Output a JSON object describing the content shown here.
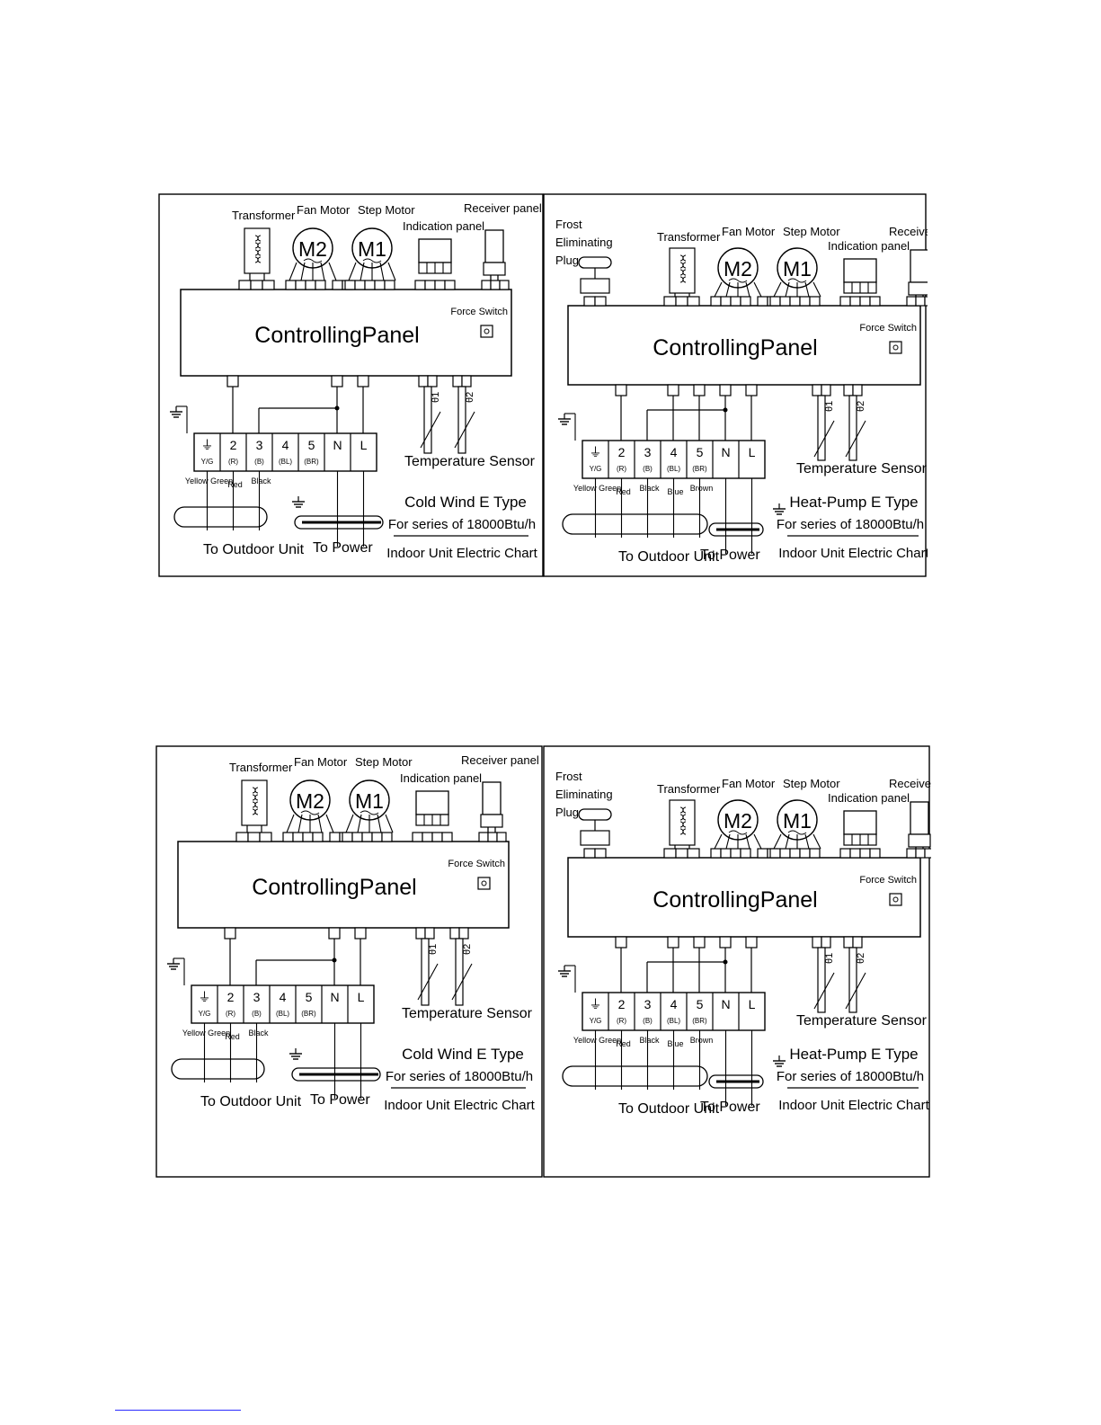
{
  "diagrams": [
    {
      "id": "cold-1",
      "variant": "cold",
      "components": {
        "transformer": "Transformer",
        "fan_motor": "Fan Motor",
        "step_motor": "Step Motor",
        "receiver_panel": "Receiver panel",
        "indication_panel": "Indication panel"
      },
      "motor_symbols": {
        "fan": "M2",
        "step": "M1"
      },
      "panel_label": "ControllingPanel",
      "force_switch": "Force Switch",
      "terminals": [
        "⏚",
        "2",
        "3",
        "4",
        "5",
        "N",
        "L"
      ],
      "terminal_codes": [
        "Y/G",
        "(R)",
        "(B)",
        "(BL)",
        "(BR)",
        "",
        ""
      ],
      "wire_colors": [
        "Yellow Green",
        "Red",
        "Black"
      ],
      "sensor_marks": [
        "θ1",
        "θ2"
      ],
      "sensor_label": "Temperature Sensor",
      "outdoor_label": "To Outdoor Unit",
      "power_label": "To Power",
      "type_title": "Cold Wind E Type",
      "series": "For series of 18000Btu/h",
      "chart_title": "Indoor Unit Electric Chart"
    },
    {
      "id": "heat-1",
      "variant": "heat",
      "components": {
        "frost_plug": "Frost Eliminating Plug",
        "transformer": "Transformer",
        "fan_motor": "Fan Motor",
        "step_motor": "Step Motor",
        "receiver_panel": "Receiver panel",
        "indication_panel": "Indication panel"
      },
      "motor_symbols": {
        "fan": "M2",
        "step": "M1"
      },
      "panel_label": "ControllingPanel",
      "force_switch": "Force Switch",
      "terminals": [
        "⏚",
        "2",
        "3",
        "4",
        "5",
        "N",
        "L"
      ],
      "terminal_codes": [
        "Y/G",
        "(R)",
        "(B)",
        "(BL)",
        "(BR)",
        "",
        ""
      ],
      "wire_colors": [
        "Yellow Green",
        "Red",
        "Black",
        "Blue",
        "Brown"
      ],
      "sensor_marks": [
        "θ1",
        "θ2"
      ],
      "sensor_label": "Temperature Sensor",
      "outdoor_label": "To Outdoor Unit",
      "power_label": "To Power",
      "type_title": "Heat-Pump E Type",
      "series": "For series of 18000Btu/h",
      "chart_title": "Indoor Unit Electric Chart"
    },
    {
      "id": "cold-2",
      "variant": "cold",
      "components": {
        "transformer": "Transformer",
        "fan_motor": "Fan Motor",
        "step_motor": "Step Motor",
        "receiver_panel": "Receiver panel",
        "indication_panel": "Indication panel"
      },
      "motor_symbols": {
        "fan": "M2",
        "step": "M1"
      },
      "panel_label": "ControllingPanel",
      "force_switch": "Force Switch",
      "terminals": [
        "⏚",
        "2",
        "3",
        "4",
        "5",
        "N",
        "L"
      ],
      "terminal_codes": [
        "Y/G",
        "(R)",
        "(B)",
        "(BL)",
        "(BR)",
        "",
        ""
      ],
      "wire_colors": [
        "Yellow Green",
        "Red",
        "Black"
      ],
      "sensor_marks": [
        "θ1",
        "θ2"
      ],
      "sensor_label": "Temperature Sensor",
      "outdoor_label": "To Outdoor Unit",
      "power_label": "To Power",
      "type_title": "Cold Wind E Type",
      "series": "For series of 18000Btu/h",
      "chart_title": "Indoor Unit Electric Chart"
    },
    {
      "id": "heat-2",
      "variant": "heat",
      "components": {
        "frost_plug": "Frost Eliminating Plug",
        "transformer": "Transformer",
        "fan_motor": "Fan Motor",
        "step_motor": "Step Motor",
        "receiver_panel": "Receiver panel",
        "indication_panel": "Indication panel"
      },
      "motor_symbols": {
        "fan": "M2",
        "step": "M1"
      },
      "panel_label": "ControllingPanel",
      "force_switch": "Force Switch",
      "terminals": [
        "⏚",
        "2",
        "3",
        "4",
        "5",
        "N",
        "L"
      ],
      "terminal_codes": [
        "Y/G",
        "(R)",
        "(B)",
        "(BL)",
        "(BR)",
        "",
        ""
      ],
      "wire_colors": [
        "Yellow Green",
        "Red",
        "Black",
        "Blue",
        "Brown"
      ],
      "sensor_marks": [
        "θ1",
        "θ2"
      ],
      "sensor_label": "Temperature Sensor",
      "outdoor_label": "To Outdoor Unit",
      "power_label": "To Power",
      "type_title": "Heat-Pump E Type",
      "series": "For series of 18000Btu/h",
      "chart_title": "Indoor Unit Electric Chart"
    }
  ]
}
